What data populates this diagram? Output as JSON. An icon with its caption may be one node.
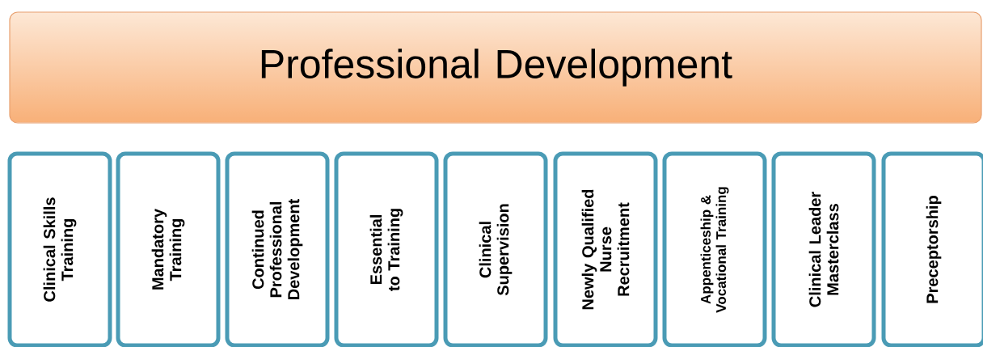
{
  "diagram": {
    "nodes": [
      {
        "text": [
          "Professional Development"
        ]
      },
      {
        "text": [
          "Clinical Skills Training"
        ]
      },
      {
        "text": [
          "Mandatory Training"
        ]
      },
      {
        "text": [
          "Continued Professional Development"
        ]
      },
      {
        "text": [
          "Essential to Training"
        ]
      },
      {
        "text": [
          "Clinical Supervision"
        ]
      },
      {
        "text": [
          "Newly Qualified Nurse Recruitment"
        ]
      },
      {
        "text": [
          "Appenticeship & Vocational Training"
        ]
      },
      {
        "text": [
          "Clinical Leader Masterclass"
        ]
      },
      {
        "text": [
          "Preceptorship"
        ]
      }
    ]
  }
}
